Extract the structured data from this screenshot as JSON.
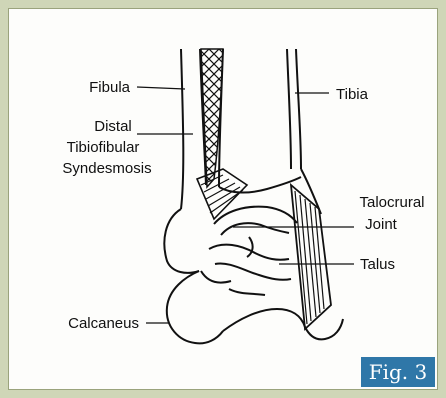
{
  "labels": {
    "fibula": "Fibula",
    "tibia": "Tibia",
    "distal_1": "Distal",
    "distal_2": "Tibiofibular",
    "distal_3": "Syndesmosis",
    "talocrural_1": "Talocrural",
    "talocrural_2": "Joint",
    "talus": "Talus",
    "calcaneus": "Calcaneus"
  },
  "figure_badge": "Fig. 3",
  "colors": {
    "frame": "#cfd6b7",
    "badge": "#2f77a8",
    "ink": "#111111"
  }
}
